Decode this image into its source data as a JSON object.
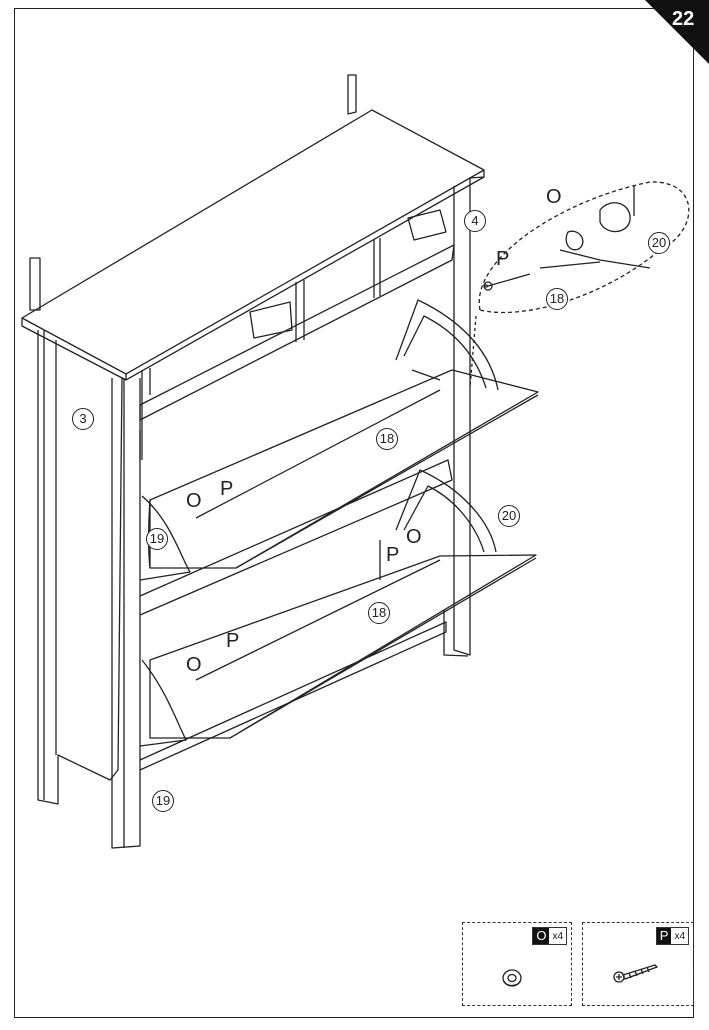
{
  "step": {
    "number": "22"
  },
  "labels": {
    "side_panel": "3",
    "right_panel": "4",
    "flap_top": "18",
    "flap_bottom": "18",
    "bracket_right": "20",
    "bracket_left_top": "19",
    "bracket_left_bottom": "19",
    "detail_flap": "18",
    "detail_bracket": "20"
  },
  "hardware_letters": {
    "o": "O",
    "p": "P"
  },
  "parts": [
    {
      "letter": "O",
      "quantity": "x4",
      "icon": "cam-nut-icon"
    },
    {
      "letter": "P",
      "quantity": "x4",
      "icon": "screw-icon"
    }
  ],
  "colors": {
    "line": "#222222",
    "badge": "#111111"
  }
}
